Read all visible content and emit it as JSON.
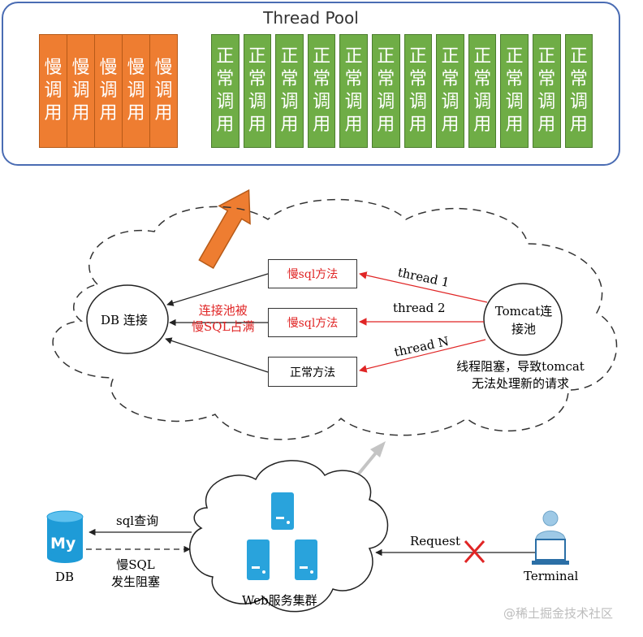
{
  "thread_pool": {
    "title": "Thread Pool",
    "slow_label": "慢调用",
    "slow_count": 5,
    "normal_label": "正常调用",
    "normal_count": 12
  },
  "methods": {
    "slow_1": "慢sql方法",
    "slow_2": "慢sql方法",
    "normal": "正常方法"
  },
  "db_connection": "DB 连接",
  "pool_exhausted_note": [
    "连接池被",
    "慢SQL占满"
  ],
  "tomcat_pool": [
    "Tomcat连",
    "接池"
  ],
  "threads": [
    "thread 1",
    "thread 2",
    "thread N"
  ],
  "tomcat_note": [
    "线程阻塞，导致tomcat",
    "无法处理新的请求"
  ],
  "db": {
    "logo_text": "My",
    "label": "DB",
    "query_label": "sql查询",
    "blocked_note": [
      "慢SQL",
      "发生阻塞"
    ]
  },
  "web_cluster": "Web服务集群",
  "request_label": "Request",
  "terminal_label": "Terminal",
  "watermark": "@稀土掘金技术社区",
  "colors": {
    "slow": "#ee7d31",
    "normal": "#6fad46",
    "pool_border": "#4a6cb3",
    "red": "#e02525",
    "server_blue": "#29a3dc",
    "db_blue": "#1e9bd7"
  }
}
